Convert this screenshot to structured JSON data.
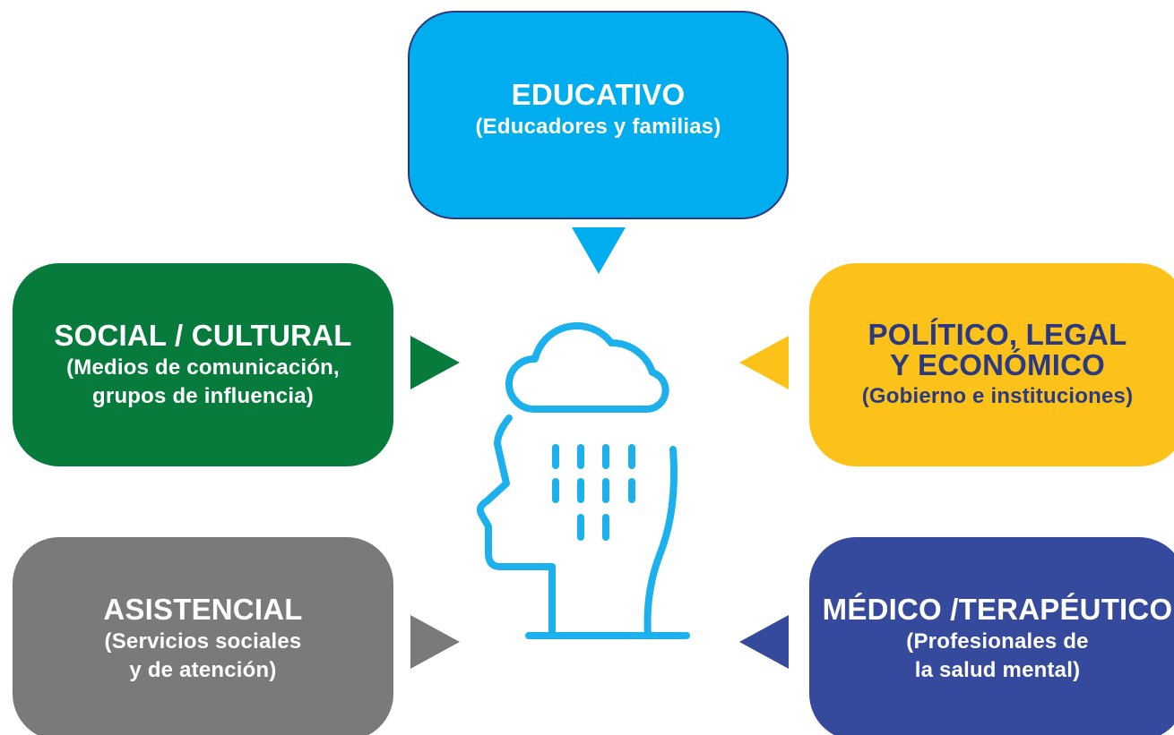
{
  "colors": {
    "educativo": "#00aeef",
    "social": "#067b3c",
    "politico": "#fcc219",
    "asistencial": "#7a7a7a",
    "medico": "#354a9c",
    "icon_stroke": "#1cb0ed",
    "dark_text": "#2b3a80"
  },
  "boxes": {
    "educativo": {
      "title": "EDUCATIVO",
      "subtitle": "(Educadores y familias)"
    },
    "social": {
      "title": "SOCIAL / CULTURAL",
      "subtitle": "(Medios de comunicación,\ngrupos de influencia)"
    },
    "politico": {
      "title": "POLÍTICO, LEGAL\nY ECONÓMICO",
      "subtitle": "(Gobierno e instituciones)"
    },
    "asistencial": {
      "title": "ASISTENCIAL",
      "subtitle": "(Servicios sociales\ny de atención)"
    },
    "medico": {
      "title": "MÉDICO /TERAPÉUTICO",
      "subtitle": "(Profesionales de\nla salud mental)"
    }
  },
  "center_icon": "head-with-rain-cloud-icon"
}
